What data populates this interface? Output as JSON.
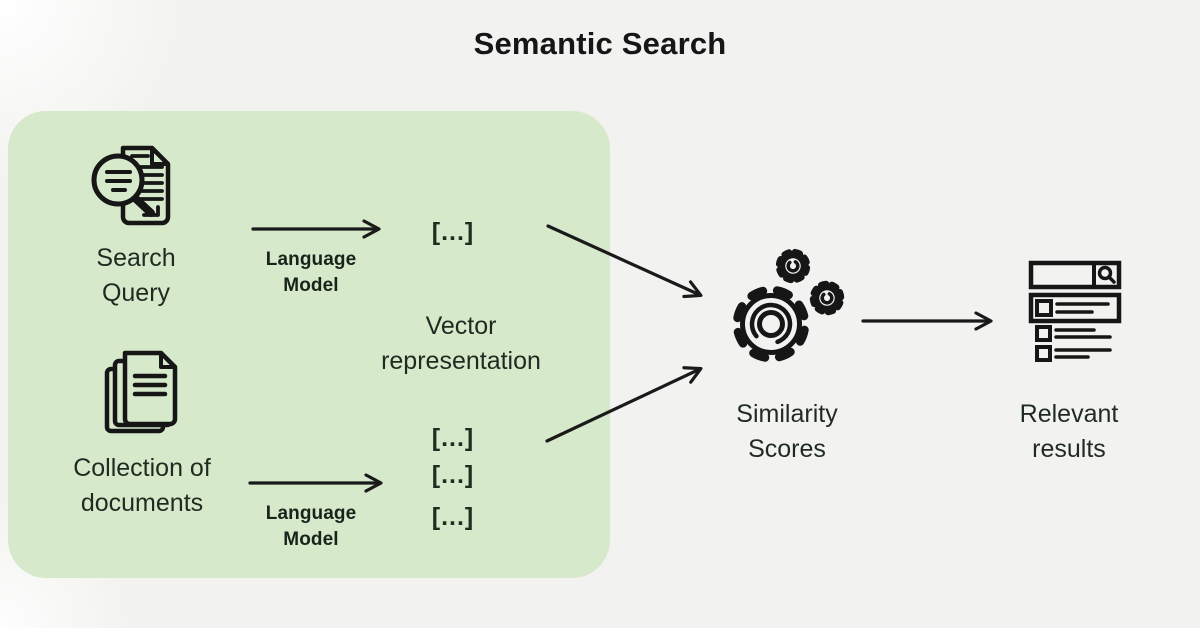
{
  "title": "Semantic Search",
  "colors": {
    "panel": "#d6e9cb",
    "background": "#f2f2f0",
    "ink": "#1f2b20",
    "stroke": "#1a1a1a"
  },
  "nodes": {
    "search_query": {
      "icon": "document-search-icon",
      "label": [
        "Search",
        "Query"
      ]
    },
    "collection": {
      "icon": "documents-stack-icon",
      "label": [
        "Collection of",
        "documents"
      ]
    },
    "similarity": {
      "icon": "gears-icon",
      "label": [
        "Similarity",
        "Scores"
      ]
    },
    "results": {
      "icon": "search-results-icon",
      "label": [
        "Relevant",
        "results"
      ]
    }
  },
  "annotations": {
    "vector_representation": [
      "Vector",
      "representation"
    ],
    "language_model_top": [
      "Language",
      "Model"
    ],
    "language_model_bottom": [
      "Language",
      "Model"
    ]
  },
  "tokens": {
    "query": "[...]",
    "documents": [
      "[...]",
      "[...]",
      "[...]"
    ]
  }
}
